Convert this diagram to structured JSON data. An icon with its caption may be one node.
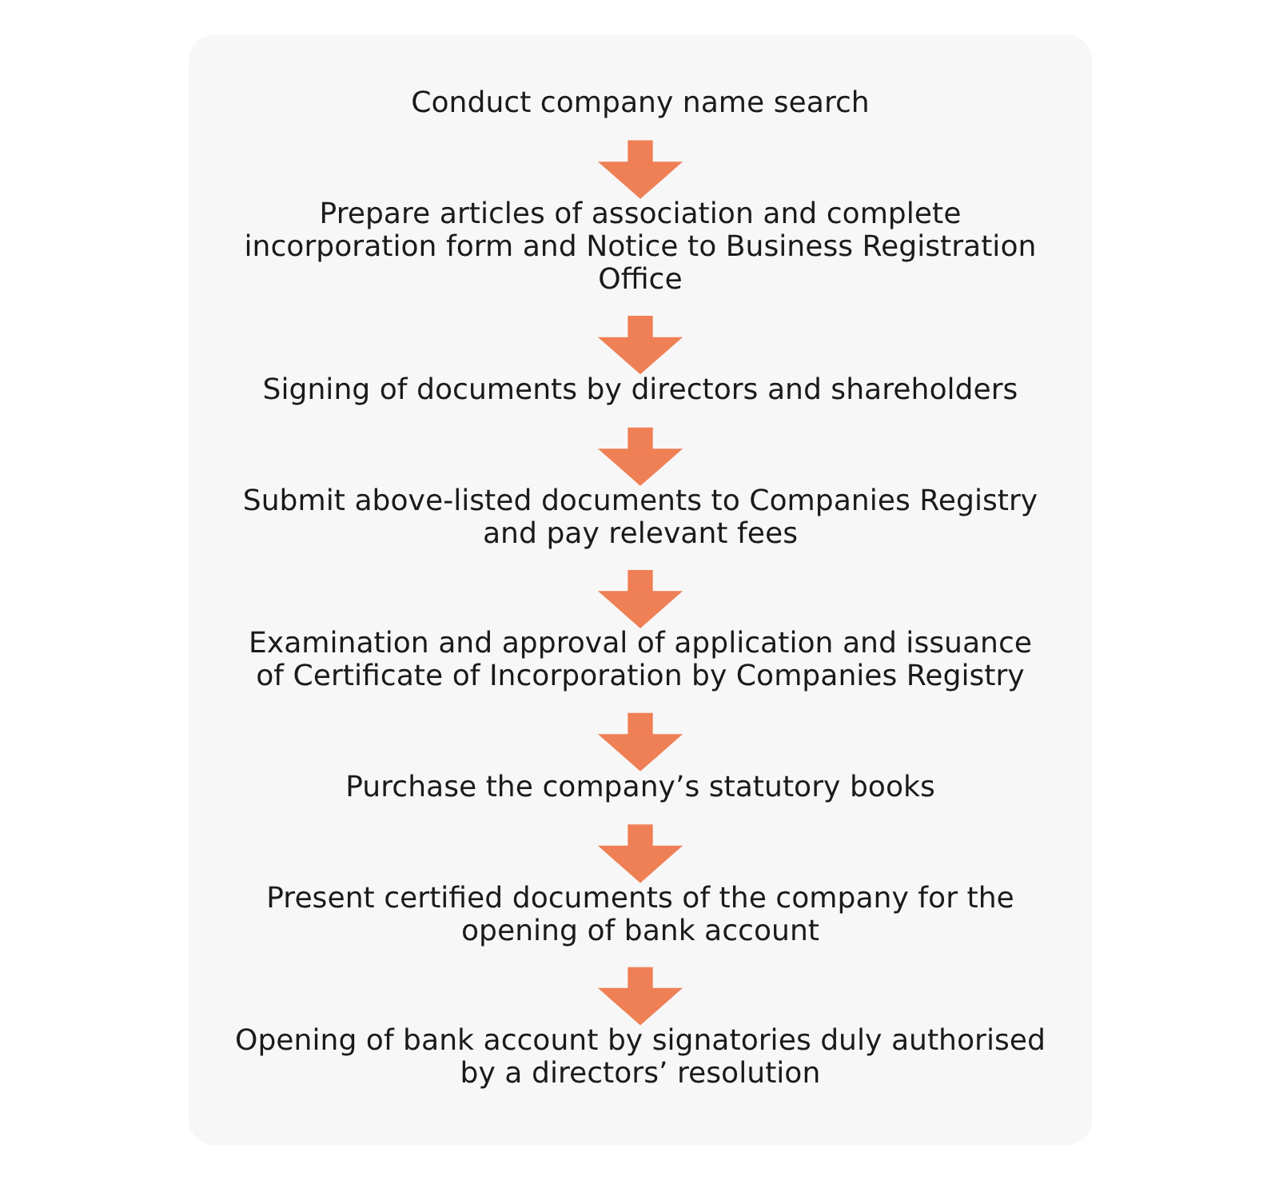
{
  "diagram": {
    "nodes": [
      {
        "text": [],
        "shape": "box"
      },
      {
        "text": [
          "Conduct company name search"
        ],
        "in": 0
      },
      {
        "text": [
          "Prepare articles of association and complete incorporation form and Notice to Business Registration Office"
        ],
        "in": 0
      },
      {
        "text": [
          "Signing of documents by directors and shareholders"
        ],
        "in": 0
      },
      {
        "text": [
          "Submit above-listed documents to Companies Registry and pay relevant fees"
        ],
        "in": 0
      },
      {
        "text": [
          "Examination and approval of application and issuance of Certificate of Incorporation by Companies Registry"
        ],
        "in": 0
      },
      {
        "text": [
          "Purchase the company’s statutory books"
        ],
        "in": 0
      },
      {
        "text": [
          "Present certified documents of the company for the opening of bank account"
        ],
        "in": 0
      },
      {
        "text": [
          "Opening of bank account by signatories duly authorised by a directors’ resolution"
        ],
        "in": 0
      }
    ],
    "edges": [
      {
        "from": 1,
        "to": 2,
        "arrow": "to"
      },
      {
        "from": 2,
        "to": 3,
        "arrow": "to"
      },
      {
        "from": 3,
        "to": 4,
        "arrow": "to"
      },
      {
        "from": 4,
        "to": 5,
        "arrow": "to"
      },
      {
        "from": 5,
        "to": 6,
        "arrow": "to"
      },
      {
        "from": 6,
        "to": 7,
        "arrow": "to"
      },
      {
        "from": 7,
        "to": 8,
        "arrow": "to"
      }
    ]
  }
}
